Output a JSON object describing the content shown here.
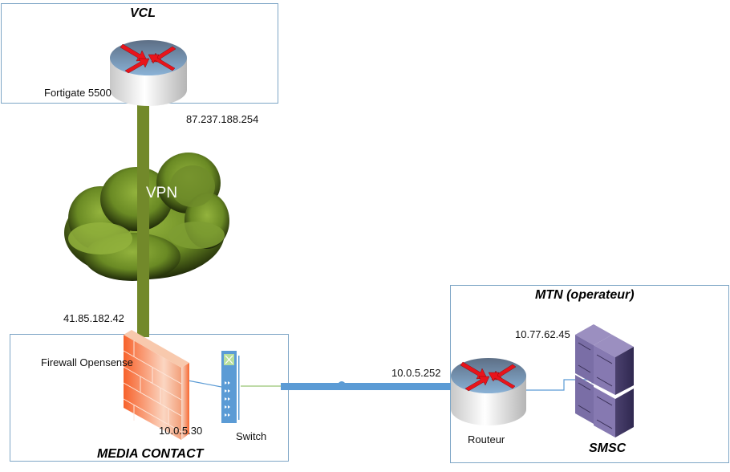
{
  "zones": {
    "vcl": {
      "title": "VCL"
    },
    "media_contact": {
      "title": "MEDIA CONTACT"
    },
    "mtn": {
      "title": "MTN (operateur)"
    }
  },
  "devices": {
    "fortigate": {
      "label": "Fortigate 5500",
      "type": "router",
      "ip": "87.237.188.254"
    },
    "firewall": {
      "label": "Firewall Opensense",
      "type": "firewall",
      "ip_wan": "41.85.182.42",
      "ip_lan": "10.0.5.30"
    },
    "switch": {
      "label": "Switch",
      "type": "switch"
    },
    "routeur": {
      "label": "Routeur",
      "type": "router",
      "ip": "10.0.5.252"
    },
    "smsc": {
      "label": "SMSC",
      "type": "server",
      "ip": "10.77.62.45"
    }
  },
  "cloud": {
    "label": "VPN"
  },
  "colors": {
    "vpn_link": "#72892a",
    "lan_link": "#5b9bd5",
    "zone_border": "#7ea6c6",
    "arrow_red": "#e8141b",
    "firewall": "#f56a35",
    "server": "#5f5286"
  }
}
